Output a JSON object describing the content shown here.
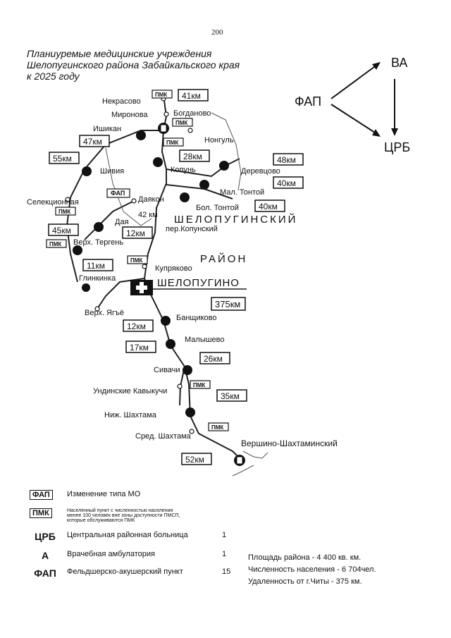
{
  "page_number": "200",
  "title": [
    "Планиуремые медицинские учреждения",
    "Шелопугинского района Забайкальского края",
    "к 2025 году"
  ],
  "schema": {
    "fap": "ФАП",
    "va": "ВА",
    "crb": "ЦРБ"
  },
  "map": {
    "region": [
      "ШЕЛОПУГИНСКИЙ",
      "РАЙОН"
    ],
    "center": "ШЕЛОПУГИНО",
    "places": [
      "Некрасово",
      "Миронова",
      "Богданово",
      "Ишикан",
      "Нонгуль",
      "Копунь",
      "Деревцово",
      "Мал. Тонтой",
      "Бол. Тонтой",
      "Шивия",
      "Селекционная",
      "Даякон",
      "Дая",
      "Верх. Тергень",
      "пер.Копунский",
      "Купряково",
      "Глинкинка",
      "Верх. Ягъё",
      "Банщиково",
      "Малышево",
      "Сивачи",
      "Ундинские Кавыкучи",
      "Ниж. Шахтама",
      "Сред. Шахтама",
      "Вершино-Шахтаминский"
    ],
    "distances": [
      "41км",
      "47км",
      "28км",
      "48км",
      "55км",
      "40км",
      "40км",
      "42 км",
      "45км",
      "12км",
      "11км",
      "375км",
      "12км",
      "17км",
      "26км",
      "35км",
      "52км"
    ],
    "fap_tag": "ФАП",
    "pmk_tag": "ПМК"
  },
  "legend": [
    {
      "symbol": "ФАП",
      "text": "Изменение типа МО",
      "count": ""
    },
    {
      "symbol": "ПМК",
      "text": "Населенный пункт с численностью населения менее 100 человек вне зоны доступности ПМСП, которые обслуживаются ПМК",
      "count": ""
    },
    {
      "symbol": "ЦРБ",
      "text": "Центральная районная больница",
      "count": "1"
    },
    {
      "symbol": "А",
      "text": "Врачебная амбулатория",
      "count": "1"
    },
    {
      "symbol": "ФАП",
      "text": "Фельдшерско-акушерский пункт",
      "count": "15"
    }
  ],
  "stats": [
    "Площадь района - 4 400 кв. км.",
    "Численность населения - 6 704чел.",
    "Удаленность от г.Читы - 375 км."
  ],
  "colors": {
    "ink": "#111111",
    "paper": "#ffffff"
  }
}
